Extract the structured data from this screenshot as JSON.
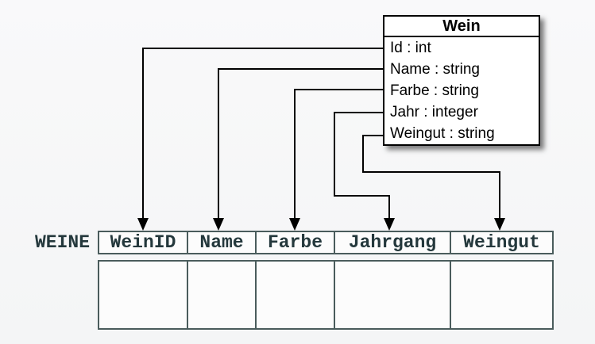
{
  "diagram": {
    "description_labels": {},
    "class_box": {
      "title": "Wein",
      "attributes": [
        "Id : int",
        "Name : string",
        "Farbe : string",
        "Jahr : integer",
        "Weingut : string"
      ]
    },
    "table": {
      "label": "WEINE",
      "columns": [
        "WeinID",
        "Name",
        "Farbe",
        "Jahrgang",
        "Weingut"
      ],
      "empty_rows": 1
    },
    "mappings": [
      {
        "from_attribute": "Id",
        "to_column": "WeinID"
      },
      {
        "from_attribute": "Name",
        "to_column": "Name"
      },
      {
        "from_attribute": "Farbe",
        "to_column": "Farbe"
      },
      {
        "from_attribute": "Jahr",
        "to_column": "Jahrgang"
      },
      {
        "from_attribute": "Weingut",
        "to_column": "Weingut"
      }
    ],
    "colors": {
      "background": "#f6f7f7",
      "line": "#000000",
      "class_box_border": "#000000",
      "class_box_fill": "#ffffff",
      "table_border": "#4a5c5c",
      "table_text": "#24383c",
      "table_cell_fill": "#fcfcfc"
    }
  }
}
